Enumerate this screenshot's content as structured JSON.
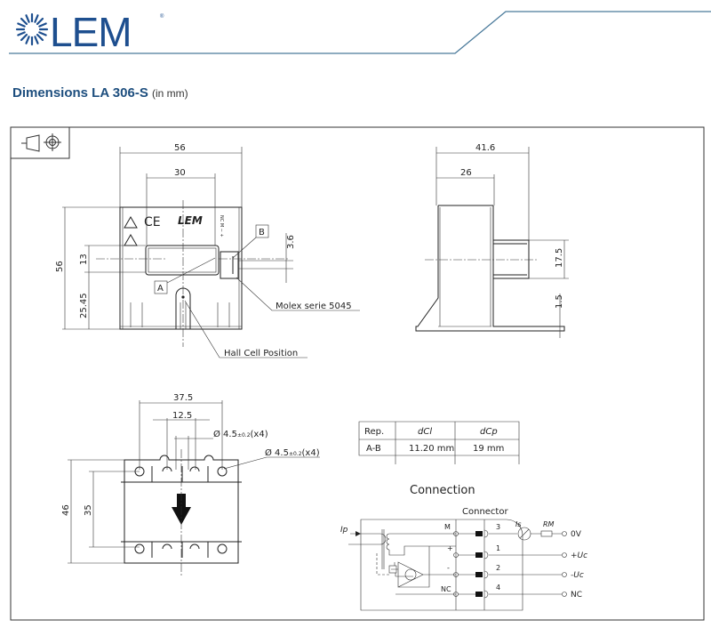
{
  "header": {
    "logo_text": "LEM",
    "logo_reg": "®"
  },
  "page": {
    "title": "Dimensions LA 306-S",
    "unit": "(in mm)"
  },
  "front_view": {
    "dim_width": "56",
    "dim_window_width": "30",
    "dim_height": "56",
    "dim_window_height": "13",
    "dim_offset": "25.45",
    "dim_connector": "3.6",
    "label_a": "A",
    "label_b": "B",
    "molex_label": "Molex serie 5045",
    "hall_label": "Hall Cell Position",
    "body_logo": "LEM",
    "ce_mark": "CE",
    "pin_labels": "NC M − +"
  },
  "side_view": {
    "dim_depth": "41.6",
    "dim_body": "26",
    "dim_connector": "17.5",
    "dim_base": "1.5"
  },
  "bottom_view": {
    "dim_holes_outer": "37.5",
    "dim_holes_inner": "12.5",
    "hole_spec_1": "Ø 4.5",
    "tol_1": "±0.2",
    "count_1": "(x4)",
    "hole_spec_2": "Ø 4.5",
    "tol_2": "±0.2",
    "count_2": "(x4)",
    "dim_height": "46",
    "dim_hole_pitch": "35"
  },
  "table": {
    "headers": [
      "Rep.",
      "dCl",
      "dCp"
    ],
    "rows": [
      [
        "A-B",
        "11.20  mm",
        "19  mm"
      ]
    ]
  },
  "connection": {
    "title": "Connection",
    "connector_label": "Connector",
    "input_label": "Ip",
    "is_label": "Is",
    "rm_label": "RM",
    "pins": [
      {
        "inner": "M",
        "num": "3",
        "out": "0V"
      },
      {
        "inner": "+",
        "num": "1",
        "out": "+Uc"
      },
      {
        "inner": "-",
        "num": "2",
        "out": "-Uc"
      },
      {
        "inner": "NC",
        "num": "4",
        "out": "NC"
      }
    ]
  },
  "colors": {
    "brand": "#1e4f8f",
    "title": "#1d4e7e",
    "line": "#4a7a9b"
  }
}
